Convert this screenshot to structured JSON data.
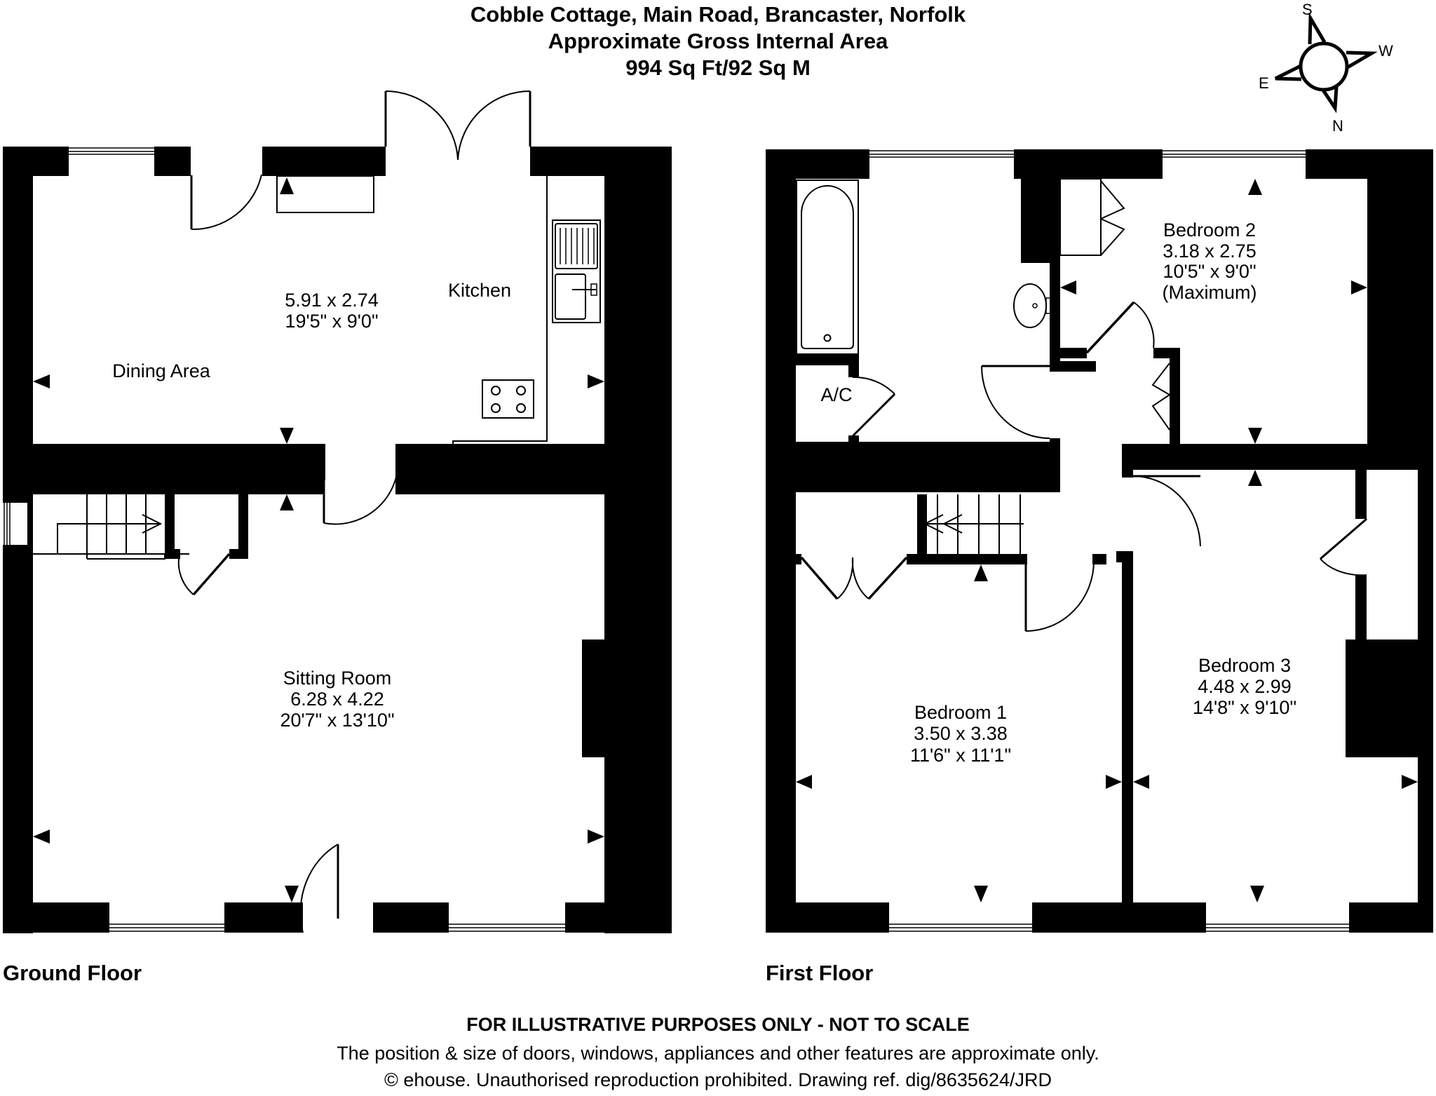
{
  "header": {
    "address": "Cobble Cottage, Main Road, Brancaster, Norfolk",
    "area_title": "Approximate Gross Internal Area",
    "area_value": "994 Sq Ft/92 Sq M"
  },
  "compass": {
    "top": "S",
    "right": "W",
    "left": "E",
    "bottom": "N"
  },
  "ground_floor": {
    "label": "Ground Floor",
    "rooms": [
      {
        "name": "Dining Area",
        "metric": "",
        "imperial": "",
        "note": ""
      },
      {
        "name": "",
        "metric": "5.91 x 2.74",
        "imperial": "19'5\" x 9'0\"",
        "note": ""
      },
      {
        "name": "Kitchen",
        "metric": "",
        "imperial": "",
        "note": ""
      },
      {
        "name": "Sitting Room",
        "metric": "6.28 x 4.22",
        "imperial": "20'7\" x 13'10\"",
        "note": ""
      }
    ]
  },
  "first_floor": {
    "label": "First Floor",
    "rooms": [
      {
        "name": "A/C",
        "metric": "",
        "imperial": "",
        "note": ""
      },
      {
        "name": "Bedroom 2",
        "metric": "3.18 x 2.75",
        "imperial": "10'5\" x 9'0\"",
        "note": "(Maximum)"
      },
      {
        "name": "Bedroom 1",
        "metric": "3.50 x 3.38",
        "imperial": "11'6\" x 11'1\"",
        "note": ""
      },
      {
        "name": "Bedroom 3",
        "metric": "4.48 x 2.99",
        "imperial": "14'8\" x 9'10\"",
        "note": ""
      }
    ]
  },
  "footer": {
    "disclaimer": "FOR ILLUSTRATIVE PURPOSES ONLY - NOT TO SCALE",
    "note": "The position & size of doors, windows, appliances and other features are approximate only.",
    "copyright": "© ehouse. Unauthorised reproduction prohibited. Drawing ref. dig/8635624/JRD"
  },
  "colors": {
    "wall": "#000000",
    "background": "#ffffff"
  }
}
